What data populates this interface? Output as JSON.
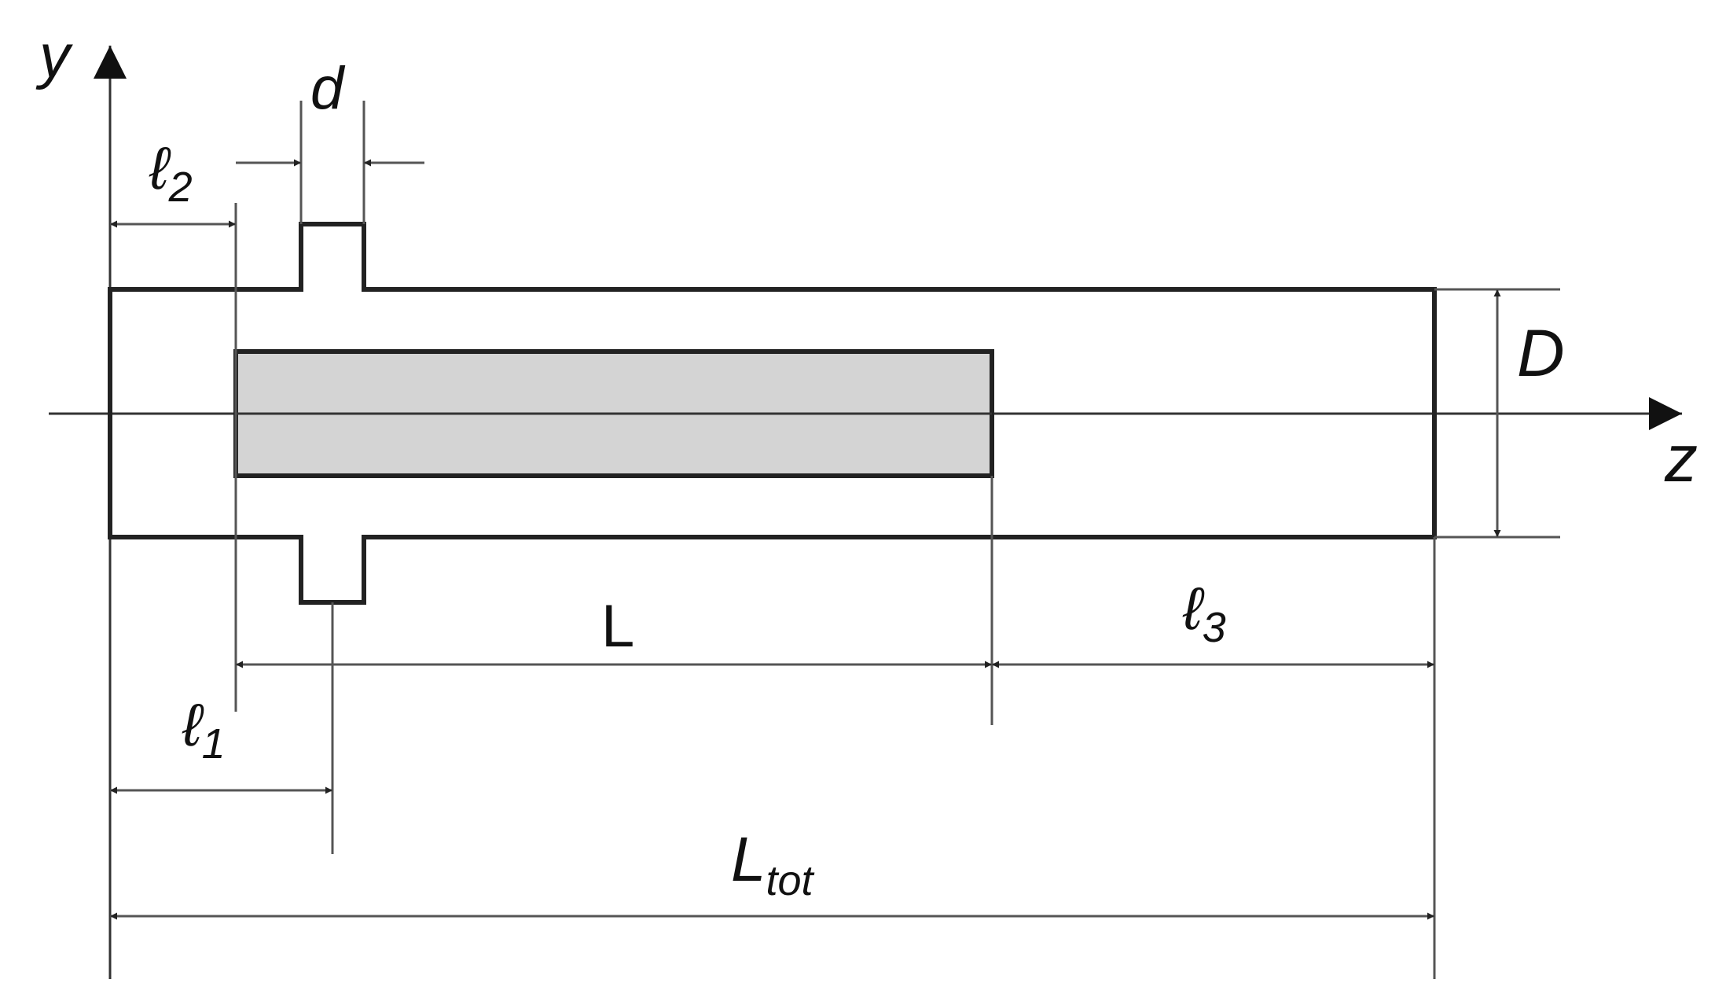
{
  "diagram": {
    "axes": {
      "y_label": "y",
      "z_label": "z"
    },
    "dimensions": {
      "l1": {
        "base": "ℓ",
        "sub": "1"
      },
      "l2": {
        "base": "ℓ",
        "sub": "2"
      },
      "l3": {
        "base": "ℓ",
        "sub": "3"
      },
      "d": "d",
      "D": "D",
      "L": "L",
      "Ltot": {
        "base": "L",
        "sub": "tot"
      }
    },
    "colors": {
      "line": "#222222",
      "inner_fill": "#d4d4d4",
      "background": "#ffffff"
    }
  }
}
